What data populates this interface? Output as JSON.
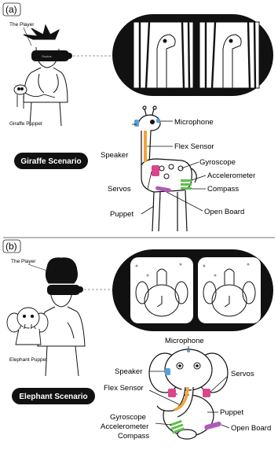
{
  "panel_a": {
    "tag": "(a)",
    "player_label": "The Player",
    "headset_text": "Oculus",
    "puppet_caption": "Giraffe Puppet",
    "scenario": "Giraffe Scenario",
    "components": {
      "microphone": "Microphone",
      "speaker": "Speaker",
      "flex_sensor": "Flex Sensor",
      "gyroscope": "Gyroscope",
      "accelerometer": "Accelerometer",
      "compass": "Compass",
      "servos": "Servos",
      "puppet": "Puppet",
      "open_board": "Open Board"
    }
  },
  "panel_b": {
    "tag": "(b)",
    "player_label": "The Player",
    "puppet_caption": "Elephant Puppet",
    "scenario": "Elephant Scenario",
    "components": {
      "microphone": "Microphone",
      "speaker": "Speaker",
      "servos": "Servos",
      "flex_sensor": "Flex Sensor",
      "puppet": "Puppet",
      "gyroscope": "Gyroscope",
      "accelerometer": "Accelerometer",
      "compass": "Compass",
      "open_board": "Open Board"
    }
  },
  "colors": {
    "headset": "#111111",
    "sensor_blue": "#5aa0d8",
    "servo_pink": "#d8478c",
    "flex_orange": "#f2a33a",
    "imu_green": "#5cc04a",
    "board_purple": "#b05ab8"
  }
}
